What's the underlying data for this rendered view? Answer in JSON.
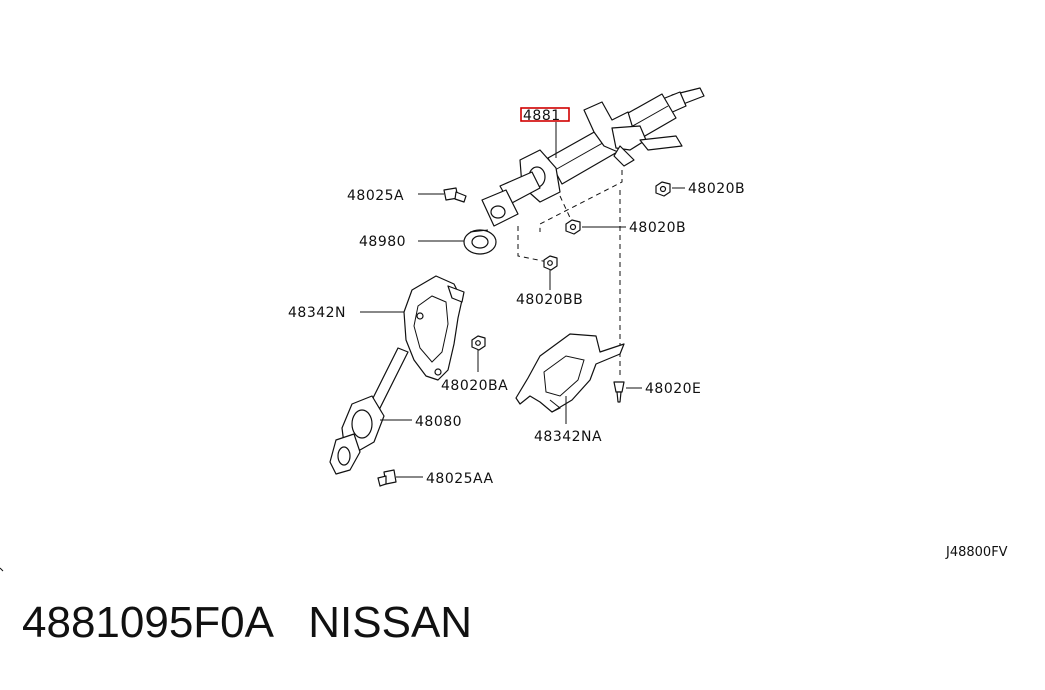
{
  "labels": {
    "highlight": "4881",
    "p48025A": "48025A",
    "p48020B_top": "48020B",
    "p48020B_mid": "48020B",
    "p48980": "48980",
    "p48020BB": "48020BB",
    "p48342N": "48342N",
    "p48020BA": "48020BA",
    "p48020E": "48020E",
    "p48080": "48080",
    "p48342NA": "48342NA",
    "p48025AA": "48025AA"
  },
  "reference_code": "J48800FV",
  "caption": {
    "part_number": "4881095F0A",
    "brand": "NISSAN"
  },
  "colors": {
    "highlight_box": "#d00000",
    "line": "#111111",
    "background": "#ffffff"
  }
}
